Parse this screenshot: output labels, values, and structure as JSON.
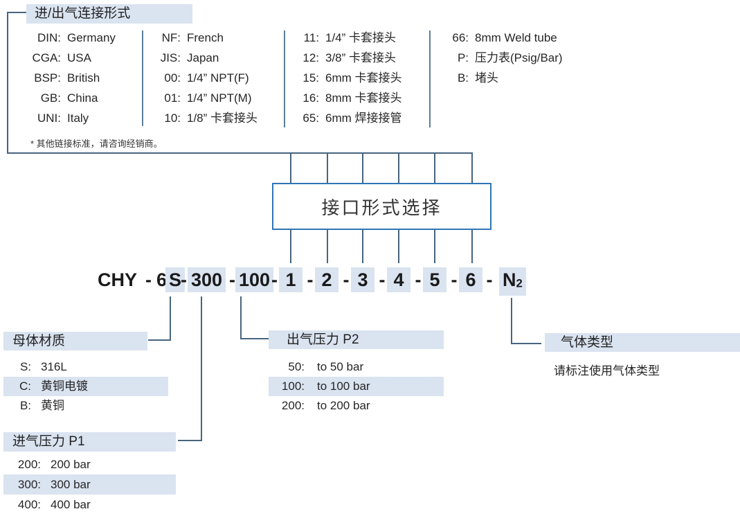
{
  "colors": {
    "highlight": "#dae3f0",
    "line": "#46647e",
    "box_border": "#2e75b5"
  },
  "connection_section": {
    "title": "进/出气连接形式",
    "columns": [
      {
        "items": [
          {
            "code": "DIN:",
            "label": "Germany"
          },
          {
            "code": "CGA:",
            "label": "USA"
          },
          {
            "code": "BSP:",
            "label": "British"
          },
          {
            "code": "GB:",
            "label": "China"
          },
          {
            "code": "UNI:",
            "label": "Italy"
          }
        ]
      },
      {
        "items": [
          {
            "code": "NF:",
            "label": "French"
          },
          {
            "code": "JIS:",
            "label": "Japan"
          },
          {
            "code": "00:",
            "label": "1/4”  NPT(F)"
          },
          {
            "code": "01:",
            "label": "1/4”  NPT(M)"
          },
          {
            "code": "10:",
            "label": "1/8”  卡套接头"
          }
        ]
      },
      {
        "items": [
          {
            "code": "11:",
            "label": "1/4”  卡套接头"
          },
          {
            "code": "12:",
            "label": "3/8”  卡套接头"
          },
          {
            "code": "15:",
            "label": "6mm 卡套接头"
          },
          {
            "code": "16:",
            "label": "8mm 卡套接头"
          },
          {
            "code": "65:",
            "label": "6mm 焊接接管"
          }
        ]
      },
      {
        "items": [
          {
            "code": "66:",
            "label": "8mm Weld tube"
          },
          {
            "code": "P:",
            "label": "压力表(Psig/Bar)"
          },
          {
            "code": "B:",
            "label": "堵头"
          }
        ]
      }
    ],
    "note": "* 其他链接标准，请咨询经销商。"
  },
  "selector_box": {
    "label": "接口形式选择"
  },
  "model_code": {
    "segments": [
      {
        "text": "CHY",
        "highlight": false
      },
      {
        "text": "-",
        "highlight": false
      },
      {
        "text": "6",
        "highlight": false
      },
      {
        "text": "S",
        "highlight": true
      },
      {
        "text": "-",
        "highlight": false
      },
      {
        "text": "300",
        "highlight": true
      },
      {
        "text": "-",
        "highlight": false
      },
      {
        "text": "100",
        "highlight": true
      },
      {
        "text": "-",
        "highlight": false
      },
      {
        "text": "1",
        "highlight": true
      },
      {
        "text": "-",
        "highlight": false
      },
      {
        "text": "2",
        "highlight": true
      },
      {
        "text": "-",
        "highlight": false
      },
      {
        "text": "3",
        "highlight": true
      },
      {
        "text": "-",
        "highlight": false
      },
      {
        "text": "4",
        "highlight": true
      },
      {
        "text": "-",
        "highlight": false
      },
      {
        "text": "5",
        "highlight": true
      },
      {
        "text": "-",
        "highlight": false
      },
      {
        "text": "6",
        "highlight": true
      },
      {
        "text": "-",
        "highlight": false
      },
      {
        "text": "N",
        "sub": "2",
        "highlight": true
      }
    ]
  },
  "body_material": {
    "title": "母体材质",
    "items": [
      {
        "code": "S:",
        "label": "316L",
        "highlighted": false
      },
      {
        "code": "C:",
        "label": "黄铜电镀",
        "highlighted": true
      },
      {
        "code": "B:",
        "label": "黄铜",
        "highlighted": false
      }
    ]
  },
  "outlet_pressure": {
    "title": "出气压力 P2",
    "items": [
      {
        "code": "50:",
        "label": "to 50 bar",
        "highlighted": false
      },
      {
        "code": "100:",
        "label": "to 100 bar",
        "highlighted": true
      },
      {
        "code": "200:",
        "label": "to 200 bar",
        "highlighted": false
      }
    ]
  },
  "gas_type": {
    "title": "气体类型",
    "note": "请标注使用气体类型"
  },
  "inlet_pressure": {
    "title": "进气压力 P1",
    "items": [
      {
        "code": "200:",
        "label": "200 bar",
        "highlighted": false
      },
      {
        "code": "300:",
        "label": "300 bar",
        "highlighted": true
      },
      {
        "code": "400:",
        "label": "400 bar",
        "highlighted": false
      }
    ]
  }
}
